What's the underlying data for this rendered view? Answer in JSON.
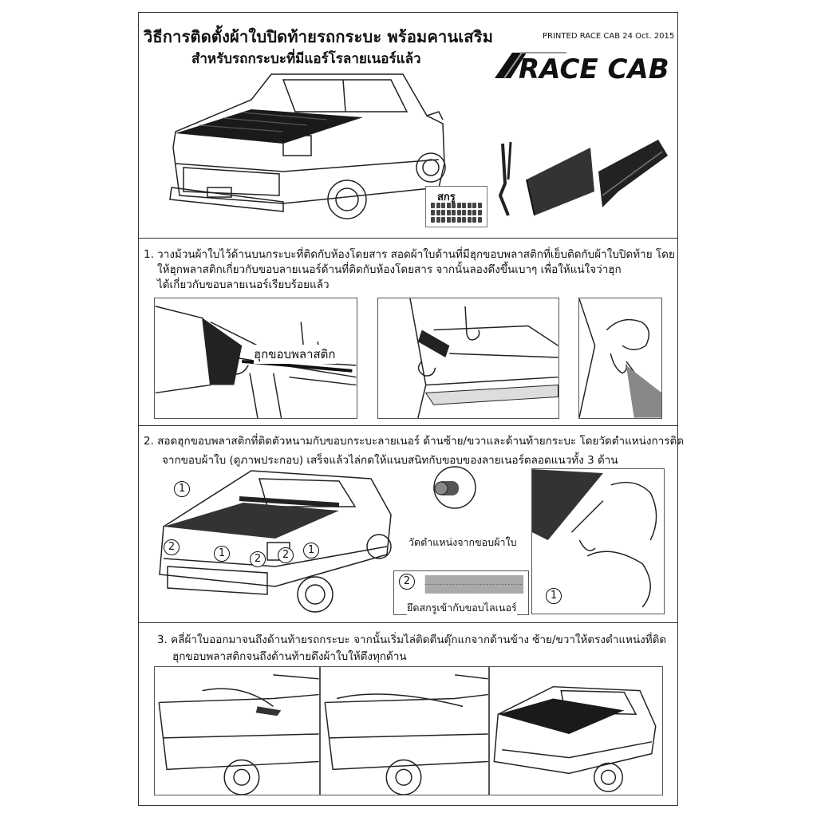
{
  "header": {
    "title": "วิธีการติดตั้งผ้าใบปิดท้ายรถกระบะ พร้อมคานเสริม",
    "subtitle": "สำหรับรถกระบะที่มีแอร์โรลายเนอร์แล้ว",
    "printed": "PRINTED RACE CAB  24 Oct. 2015",
    "logo": "RACE CAB"
  },
  "hero": {
    "screw_label": "สกรู"
  },
  "step1": {
    "line1": "1. วางม้วนผ้าใบไว้ด้านบนกระบะที่ติดกับห้องโดยสาร สอดผ้าใบด้านที่มีฮุกขอบพลาสติกที่เย็บติดกับผ้าใบปิดท้าย โดย",
    "line2": "ให้ฮุกพลาสติกเกี่ยวกับขอบลายเนอร์ด้านที่ติดกับห้องโดยสาร จากนั้นลองดึงขึ้นเบาๆ เพื่อให้แน่ใจว่าฮุก",
    "line3": "ได้เกี่ยวกับขอบลายเนอร์เรียบร้อยแล้ว",
    "caption": "ฮุกขอบพลาสติก"
  },
  "step2": {
    "line1": "2. สอดฮุกขอบพลาสติกที่ติดตัวหนามกับขอบกระบะลายเนอร์ ด้านซ้าย/ขวาและด้านท้ายกระบะ โดยวัดตำแหน่งการติด",
    "line2": "จากขอบผ้าใบ (ดูภาพประกอบ) เสร็จแล้วไล่กดให้แนบสนิทกับขอบของลายเนอร์ตลอดแนวทั้ง 3 ด้าน",
    "measure_caption": "วัดตำแหน่งจากขอบผ้าใบ",
    "screw_caption": "ยึดสกรูเข้ากับขอบไลเนอร์",
    "markers": [
      "1",
      "2",
      "1",
      "2",
      "2",
      "1",
      "2",
      "1"
    ]
  },
  "step3": {
    "line1": "3. คลี่ผ้าใบออกมาจนถึงด้านท้ายรถกระบะ จากนั้นเริ่มไล่ติดตีนตุ๊กแกจากด้านข้าง ซ้าย/ขวาให้ตรงตำแหน่งที่ติด",
    "line2": "ฮุกขอบพลาสติกจนถึงด้านท้ายดึงผ้าใบให้ตึงทุกด้าน"
  }
}
